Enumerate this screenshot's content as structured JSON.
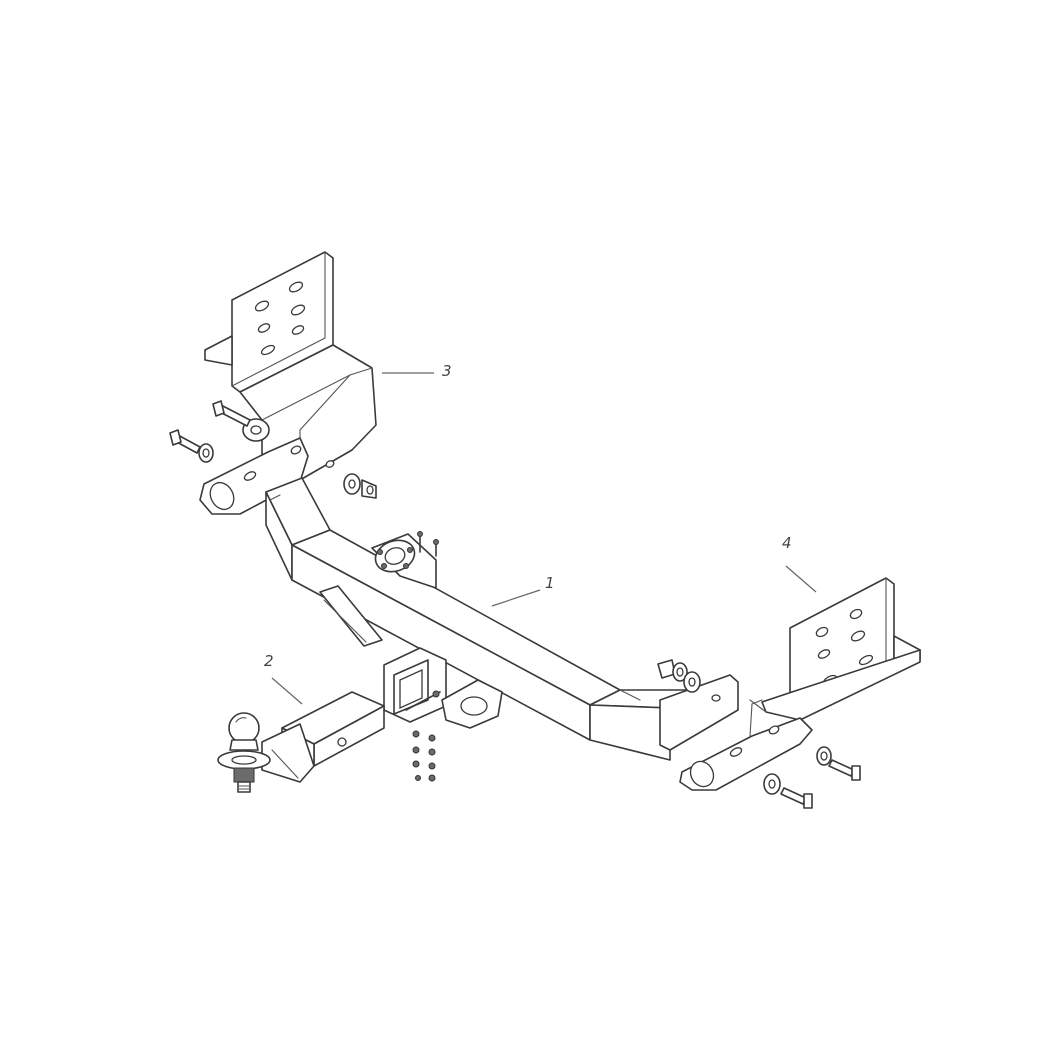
{
  "callouts": {
    "c1": "1",
    "c2": "2",
    "c3": "3",
    "c4": "4"
  },
  "colors": {
    "line": "#3a3a3a",
    "background": "#ffffff"
  }
}
